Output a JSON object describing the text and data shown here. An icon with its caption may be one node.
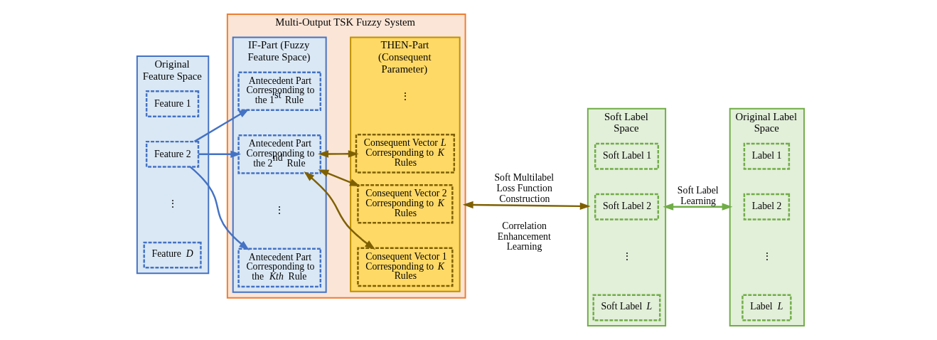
{
  "diagram": {
    "nodes": [
      {
        "text": [
          "Original Feature Space"
        ]
      },
      {
        "text": [
          "Feature 1"
        ],
        "in": 0
      },
      {
        "text": [
          "Feature 2"
        ],
        "in": 0
      },
      {
        "text": [
          "Feature *D*"
        ],
        "in": 0
      },
      {
        "text": [
          "Multi-Output TSK Fuzzy System"
        ]
      },
      {
        "text": [
          "IF-Part (Fuzzy Feature Space)"
        ],
        "in": 4
      },
      {
        "text": [
          "Antecedent Part Corresponding to the 1$^{st}$ Rule"
        ],
        "in": 5
      },
      {
        "text": [
          "Antecedent Part Corresponding to the 2$^{nd}$ Rule"
        ],
        "in": 5
      },
      {
        "text": [
          "Antecedent Part Corresponding to the *Kth* Rule"
        ],
        "in": 5
      },
      {
        "text": [
          "THEN-Part (Consequent Parameter)"
        ],
        "in": 4
      },
      {
        "text": [
          "Consequent Vector 1 Corresponding to *K* Rules"
        ],
        "in": 9
      },
      {
        "text": [
          "Consequent Vector 2 Corresponding to *K* Rules"
        ],
        "in": 9
      },
      {
        "text": [
          "Consequent Vector *L* Corresponding to *K* Rules"
        ],
        "in": 9
      },
      {
        "text": [
          "Soft Label Space"
        ]
      },
      {
        "text": [
          "Soft Label 1"
        ],
        "in": 13
      },
      {
        "text": [
          "Soft Label 2"
        ],
        "in": 13
      },
      {
        "text": [
          "Soft Label *L*"
        ],
        "in": 13
      },
      {
        "text": [
          "Original Label Space"
        ]
      },
      {
        "text": [
          "Label 1"
        ],
        "in": 17
      },
      {
        "text": [
          "Label 2"
        ],
        "in": 17
      },
      {
        "text": [
          "Label *L*"
        ],
        "in": 17
      }
    ],
    "edges": [
      {
        "from": 2,
        "to": 6,
        "arrow": "to",
        "color": "#4472c4"
      },
      {
        "from": 2,
        "to": 7,
        "arrow": "to",
        "color": "#4472c4"
      },
      {
        "from": 2,
        "to": 8,
        "arrow": "to",
        "color": "#4472c4"
      },
      {
        "from": 7,
        "to": 10,
        "arrow": "both"
      },
      {
        "from": 7,
        "to": 11,
        "arrow": "both"
      },
      {
        "from": 7,
        "to": 12,
        "arrow": "both"
      },
      {
        "from": 4,
        "to": 13,
        "arrow": "both",
        "label": "Soft Multilabel Loss Function Construction"
      },
      {
        "from": 13,
        "to": 17,
        "arrow": "both",
        "label": "Soft Label Learning",
        "color": "#70ad47"
      }
    ],
    "labels": [
      "⋮",
      "⋮",
      "⋮",
      "Correlation Enhancement Learning",
      "⋮",
      "⋮"
    ]
  }
}
